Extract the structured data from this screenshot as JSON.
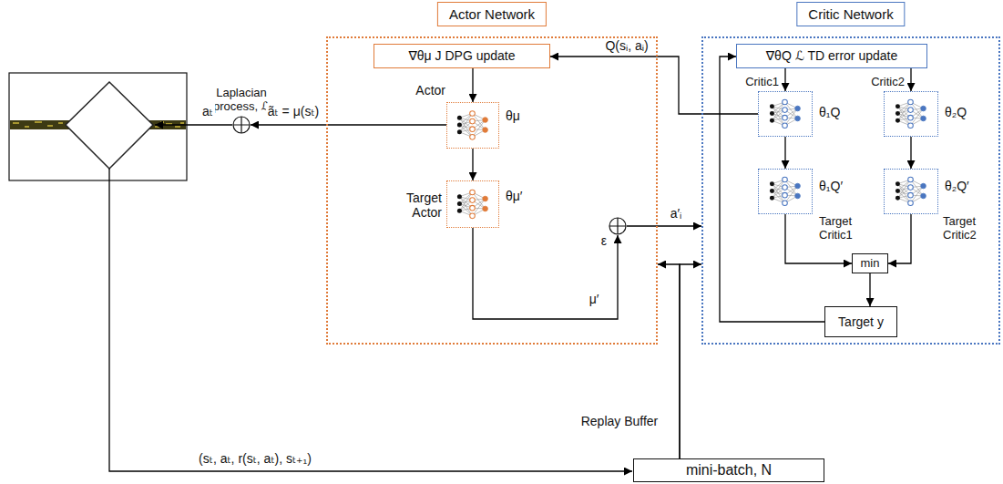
{
  "diagram": {
    "nodes": [
      {
        "text": [
          "Laplacian process, ℒ"
        ]
      },
      {
        "text": [
          "Actor Network"
        ]
      },
      {
        "text": [
          "∇θμ J DPG update"
        ],
        "in": 1
      },
      {
        "text": [
          "Actor",
          "θμ"
        ],
        "in": 1
      },
      {
        "text": [
          "Target Actor",
          "θμ′"
        ],
        "in": 1
      },
      {
        "text": [
          "ε"
        ],
        "in": 1
      },
      {
        "text": [
          "Critic Network"
        ]
      },
      {
        "text": [
          "∇θQ ℒ TD error update"
        ],
        "in": 6
      },
      {
        "text": [
          "Critic1",
          "θ₁Q"
        ],
        "in": 6
      },
      {
        "text": [
          "Critic2",
          "θ₂Q"
        ],
        "in": 6
      },
      {
        "text": [
          "θ₁Q′",
          "Target Critic1"
        ],
        "in": 6
      },
      {
        "text": [
          "θ₂Q′",
          "Target Critic2"
        ],
        "in": 6
      },
      {
        "text": [
          "min"
        ],
        "in": 6
      },
      {
        "text": [
          "Target y"
        ],
        "in": 6
      },
      {
        "text": [
          "mini-batch, N"
        ]
      }
    ],
    "edges": [
      {
        "from": 2,
        "to": 3,
        "arrow": "to"
      },
      {
        "from": 3,
        "to": 4,
        "arrow": "to"
      },
      {
        "from": 4,
        "to": 5,
        "arrow": "to",
        "label": "μ′"
      },
      {
        "from": 3,
        "to": 0,
        "arrow": "to",
        "label": "ãₜ = μ(sₜ)"
      },
      {
        "from": 8,
        "to": 2,
        "arrow": "to",
        "label": "Q(sᵢ, aᵢ)"
      },
      {
        "from": 7,
        "to": 8,
        "arrow": "to"
      },
      {
        "from": 7,
        "to": 9,
        "arrow": "to"
      },
      {
        "from": 8,
        "to": 10,
        "arrow": "to"
      },
      {
        "from": 9,
        "to": 11,
        "arrow": "to"
      },
      {
        "from": 10,
        "to": 12,
        "arrow": "to"
      },
      {
        "from": 11,
        "to": 12,
        "arrow": "to"
      },
      {
        "from": 12,
        "to": 13,
        "arrow": "to"
      },
      {
        "from": 13,
        "to": 7,
        "arrow": "to"
      },
      {
        "from": 5,
        "to": 6,
        "arrow": "to",
        "label": "a′ᵢ"
      },
      {
        "from": 14,
        "to": 1,
        "arrow": "to"
      },
      {
        "from": 14,
        "to": 6,
        "arrow": "to"
      }
    ],
    "labels": [
      "aₜ",
      "(sₜ, aₜ, r(sₜ, aₜ), sₜ₊₁)",
      "Replay Buffer"
    ]
  }
}
